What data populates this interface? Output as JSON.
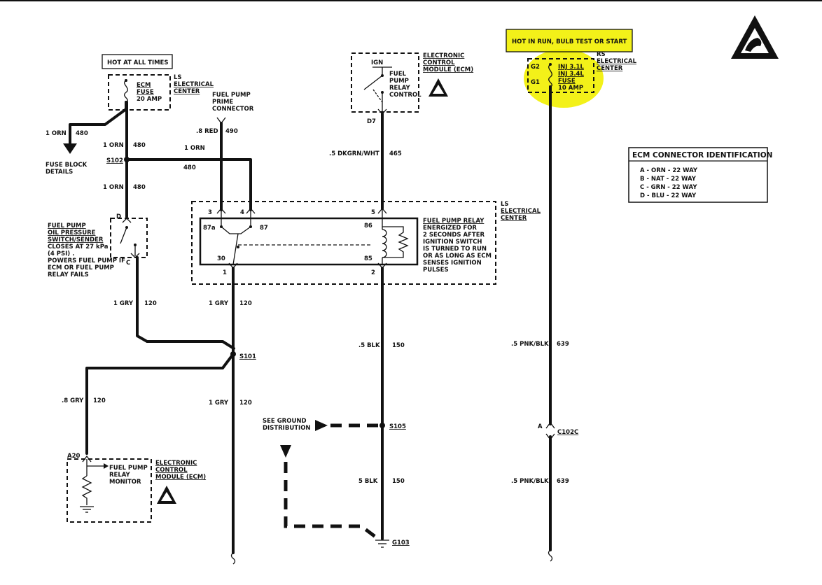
{
  "labels": {
    "hot_at_all_times": "HOT AT ALL TIMES",
    "ls_center_1": "LS",
    "ls_center_2": "ELECTRICAL",
    "ls_center_3": "CENTER",
    "ecm_fuse_1": "ECM",
    "ecm_fuse_2": "FUSE",
    "ecm_fuse_3": "20 AMP",
    "prime_1": "FUEL PUMP",
    "prime_2": "PRIME",
    "prime_3": "CONNECTOR",
    "wire_1orn": "1 ORN",
    "wire_480": "480",
    "wire_8red": ".8 RED",
    "wire_490": "490",
    "fuse_block_1": "FUSE BLOCK",
    "fuse_block_2": "DETAILS",
    "s102": "S102",
    "s101": "S101",
    "s105": "S105",
    "g103": "G103",
    "c102c": "C102C",
    "pin_d": "D",
    "pin_c": "C",
    "pin_a": "A",
    "pin_a20": "A20",
    "pin_d7": "D7",
    "pin_3": "3",
    "pin_4": "4",
    "pin_5": "5",
    "pin_1": "1",
    "pin_2": "2",
    "pin_87a": "87a",
    "pin_87": "87",
    "pin_86": "86",
    "pin_85": "85",
    "pin_30": "30",
    "oil_1": "FUEL PUMP",
    "oil_2": "OIL PRESSURE",
    "oil_3": "SWITCH/SENDER",
    "oil_4": "CLOSES AT 27 kPa",
    "oil_5": "(4 PSI) .",
    "oil_6": "POWERS FUEL PUMP IF",
    "oil_7": "ECM OR FUEL PUMP",
    "oil_8": "RELAY FAILS",
    "ign": "IGN",
    "fprc_1": "FUEL",
    "fprc_2": "PUMP",
    "fprc_3": "RELAY",
    "fprc_4": "CONTROL",
    "ecm_1": "ELECTRONIC",
    "ecm_2": "CONTROL",
    "ecm_3": "MODULE (ECM)",
    "wire_5dkgrn": ".5 DKGRN/WHT",
    "wire_465": "465",
    "relay_1": "FUEL PUMP RELAY",
    "relay_2": "ENERGIZED FOR",
    "relay_3": "2 SECONDS AFTER",
    "relay_4": "IGNITION SWITCH",
    "relay_5": "IS TURNED TO RUN",
    "relay_6": "OR AS LONG AS ECM",
    "relay_7": "SENSES IGNITION",
    "relay_8": "PULSES",
    "wire_1gry": "1 GRY",
    "wire_120": "120",
    "wire_8gry": ".8 GRY",
    "wire_5blk": ".5 BLK",
    "wire_5blk_b": "5 BLK",
    "wire_150": "150",
    "monitor_1": "FUEL PUMP",
    "monitor_2": "RELAY",
    "monitor_3": "MONITOR",
    "see_ground_1": "SEE GROUND",
    "see_ground_2": "DISTRIBUTION",
    "hot_in_run": "HOT IN RUN, BULB TEST OR  START",
    "rs_center_1": "RS",
    "rs_center_2": "ELECTRICAL",
    "rs_center_3": "CENTER",
    "g2": "G2",
    "g1": "G1",
    "inj_1": "INJ 3.1L",
    "inj_2": "INJ 3.4L",
    "inj_3": "FUSE",
    "inj_4": "10 AMP",
    "wire_5pnk": ".5 PNK/BLK",
    "wire_639": "639"
  },
  "ecm_connector": {
    "title": "ECM CONNECTOR IDENTIFICATION",
    "rows": [
      "A - ORN - 22 WAY",
      "B - NAT - 22 WAY",
      "C - GRN - 22 WAY",
      "D - BLU - 22 WAY"
    ]
  },
  "colors": {
    "highlight": "#f2f000",
    "ink": "#111111"
  },
  "icons": [
    "esd-warning-icon",
    "ground-icon",
    "fuse-icon",
    "resistor-icon",
    "coil-icon"
  ]
}
